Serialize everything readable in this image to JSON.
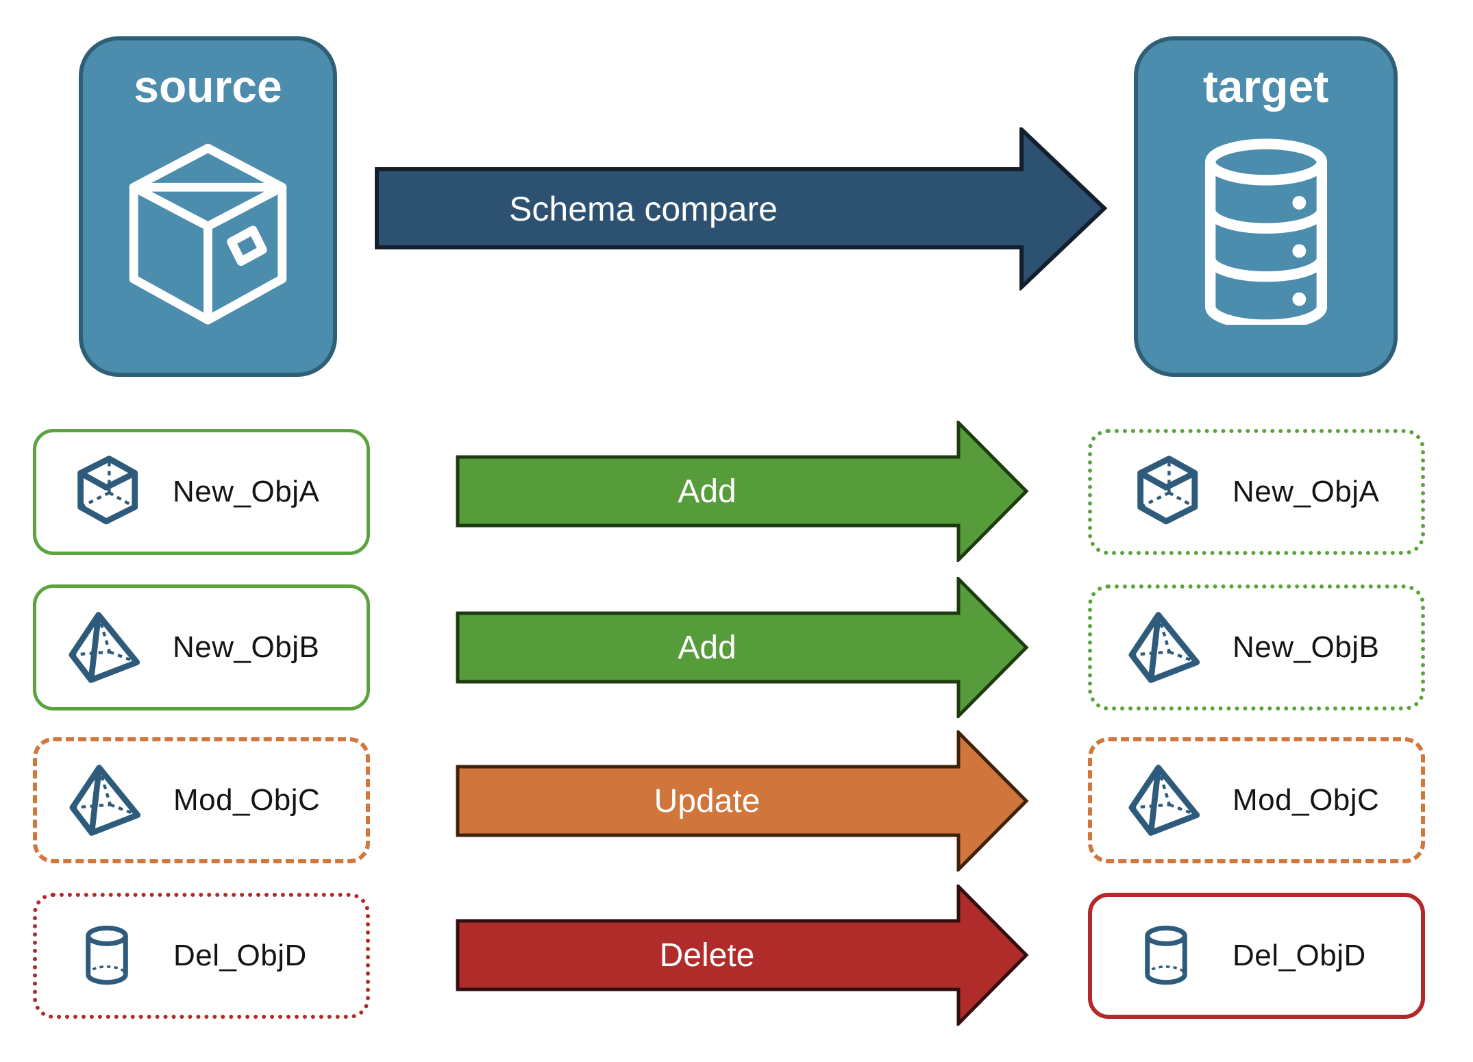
{
  "diagram": {
    "source_panel": {
      "title": "source",
      "icon": "package-box"
    },
    "target_panel": {
      "title": "target",
      "icon": "database"
    },
    "compare_arrow": {
      "label": "Schema compare"
    }
  },
  "rows": [
    {
      "object_name": "New_ObjA",
      "action": "Add",
      "icon": "cube",
      "change_type": "added"
    },
    {
      "object_name": "New_ObjB",
      "action": "Add",
      "icon": "pyramid",
      "change_type": "added"
    },
    {
      "object_name": "Mod_ObjC",
      "action": "Update",
      "icon": "pyramid",
      "change_type": "modified"
    },
    {
      "object_name": "Del_ObjD",
      "action": "Delete",
      "icon": "cylinder",
      "change_type": "deleted"
    }
  ],
  "colors": {
    "panel_fill": "#4C8CAD",
    "panel_border": "#2E5F77",
    "compare_arrow_fill": "#2D5170",
    "compare_arrow_border": "#141F2D",
    "add_fill": "#579C3B",
    "add_border": "#1D3B0E",
    "update_fill": "#D0753C",
    "update_border": "#3E2309",
    "delete_fill": "#B02C2B",
    "delete_border": "#320E10",
    "object_box_green": "#5BA33D",
    "object_box_orange": "#D2763C",
    "object_box_red": "#B3292A",
    "icon_stroke": "#2E5B7C",
    "label_text": "#141414",
    "arrow_text": "#FFFFFF"
  }
}
